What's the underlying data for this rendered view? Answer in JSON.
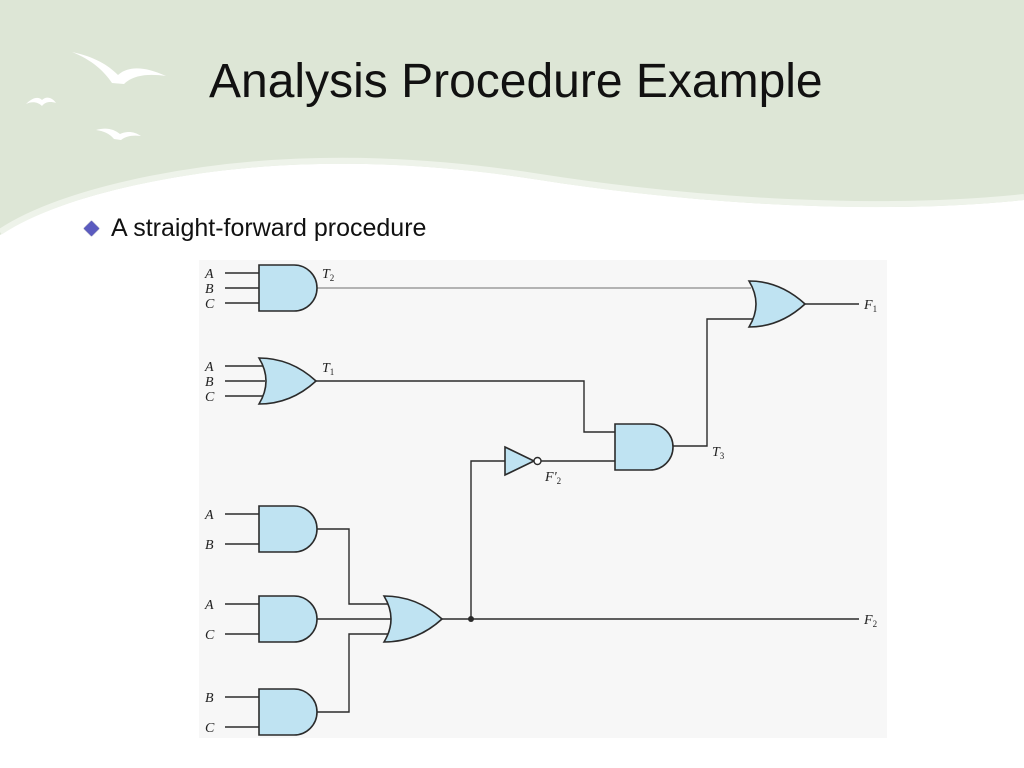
{
  "slide": {
    "title": "Analysis Procedure Example",
    "bullet": "A straight-forward procedure",
    "colors": {
      "header_band": "#dde6d6",
      "bullet": "#5b5bbf",
      "gate_fill": "#bfe3f2"
    },
    "icons": [
      "flying-bird-icon",
      "bullet-diamond-icon"
    ]
  },
  "circuit": {
    "inputs": {
      "g_t2": [
        "A",
        "B",
        "C"
      ],
      "g_t1": [
        "A",
        "B",
        "C"
      ],
      "g_ab": [
        "A",
        "B"
      ],
      "g_ac": [
        "A",
        "C"
      ],
      "g_bc": [
        "B",
        "C"
      ]
    },
    "nets": {
      "t2": {
        "main": "T",
        "sub": "2",
        "prime": ""
      },
      "t1": {
        "main": "T",
        "sub": "1",
        "prime": ""
      },
      "t3": {
        "main": "T",
        "sub": "3",
        "prime": ""
      },
      "f2_not": {
        "main": "F",
        "sub": "2",
        "prime": "'"
      },
      "f1": {
        "main": "F",
        "sub": "1",
        "prime": ""
      },
      "f2": {
        "main": "F",
        "sub": "2",
        "prime": ""
      }
    }
  }
}
